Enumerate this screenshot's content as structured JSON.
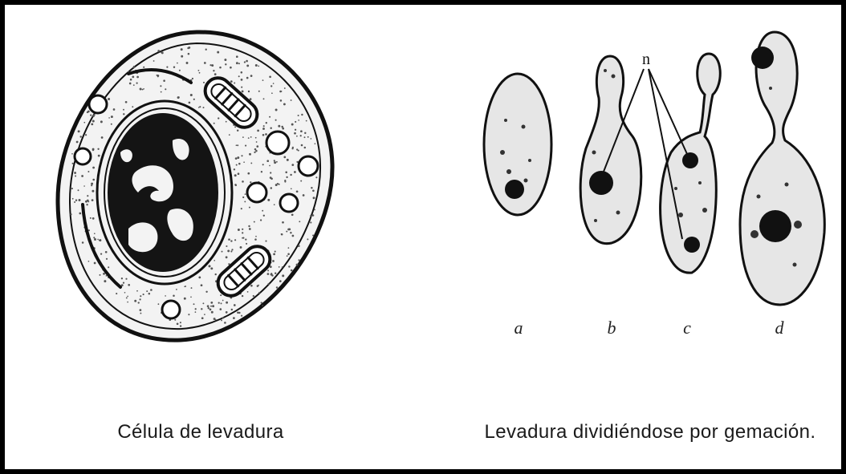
{
  "figure": {
    "left_caption": "Célula de levadura",
    "right_caption": "Levadura dividiéndose por gemación.",
    "nucleus_label": "n",
    "stages": [
      "a",
      "b",
      "c",
      "d"
    ]
  }
}
